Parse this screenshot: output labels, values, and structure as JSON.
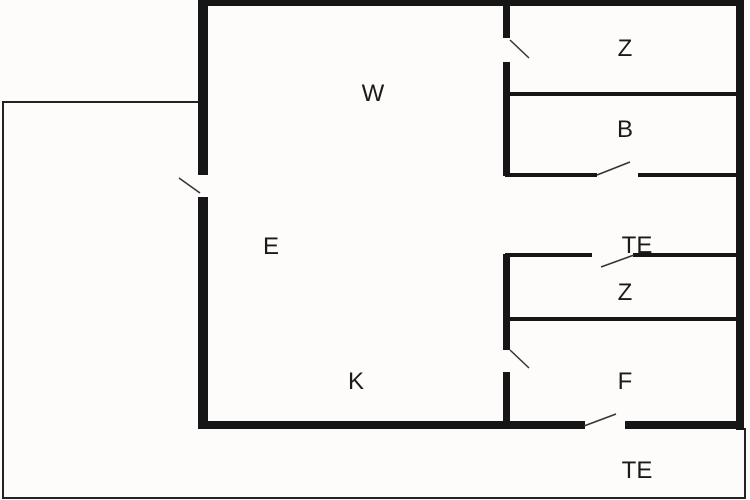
{
  "floorplan": {
    "rooms": [
      {
        "id": "w",
        "label": "W"
      },
      {
        "id": "z1",
        "label": "Z"
      },
      {
        "id": "b",
        "label": "B"
      },
      {
        "id": "e",
        "label": "E"
      },
      {
        "id": "te1",
        "label": "TE"
      },
      {
        "id": "z2",
        "label": "Z"
      },
      {
        "id": "k",
        "label": "K"
      },
      {
        "id": "f",
        "label": "F"
      },
      {
        "id": "te2",
        "label": "TE"
      }
    ],
    "colors": {
      "wall": "#161616",
      "background": "#fdfcfb"
    }
  }
}
